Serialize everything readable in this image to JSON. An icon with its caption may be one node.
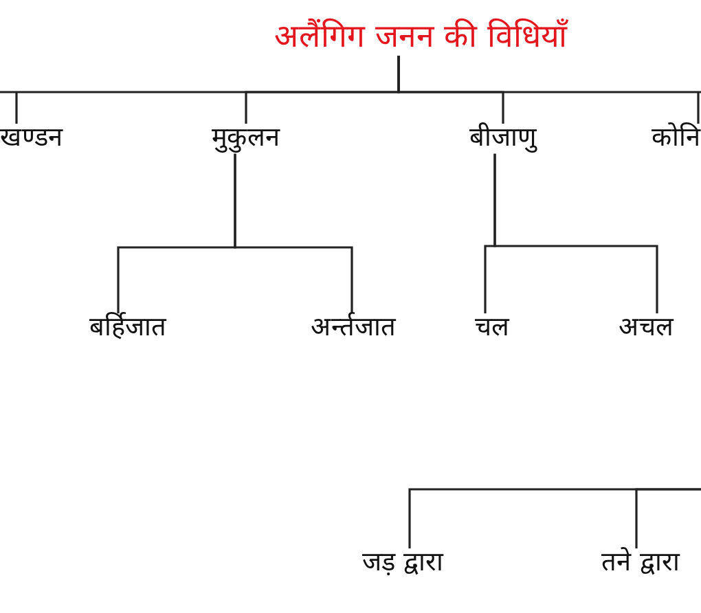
{
  "diagram": {
    "nodes": [
      {
        "text": [
          "अलैंगिग जनन की विधियाँ"
        ]
      },
      {
        "text": [
          "खण्डन"
        ]
      },
      {
        "text": [
          "मुकुलन"
        ]
      },
      {
        "text": [
          "बीजाणु"
        ]
      },
      {
        "text": [
          "कोनि"
        ]
      },
      {
        "text": [
          "बर्हिजात"
        ]
      },
      {
        "text": [
          "अर्न्तजात"
        ]
      },
      {
        "text": [
          "चल"
        ]
      },
      {
        "text": [
          "अचल"
        ]
      },
      {
        "text": [
          "जड़ द्वारा"
        ]
      },
      {
        "text": [
          "तने द्वारा"
        ]
      }
    ],
    "edges": [
      {
        "from": 0,
        "to": 1,
        "arrow": "none"
      },
      {
        "from": 0,
        "to": 2,
        "arrow": "none"
      },
      {
        "from": 0,
        "to": 3,
        "arrow": "none"
      },
      {
        "from": 0,
        "to": 4,
        "arrow": "none"
      },
      {
        "from": 2,
        "to": 5,
        "arrow": "none"
      },
      {
        "from": 2,
        "to": 6,
        "arrow": "none"
      },
      {
        "from": 3,
        "to": 7,
        "arrow": "none"
      },
      {
        "from": 3,
        "to": 8,
        "arrow": "none"
      },
      {
        "from": null,
        "to": 9,
        "arrow": "none"
      },
      {
        "from": null,
        "to": 10,
        "arrow": "none"
      }
    ]
  }
}
